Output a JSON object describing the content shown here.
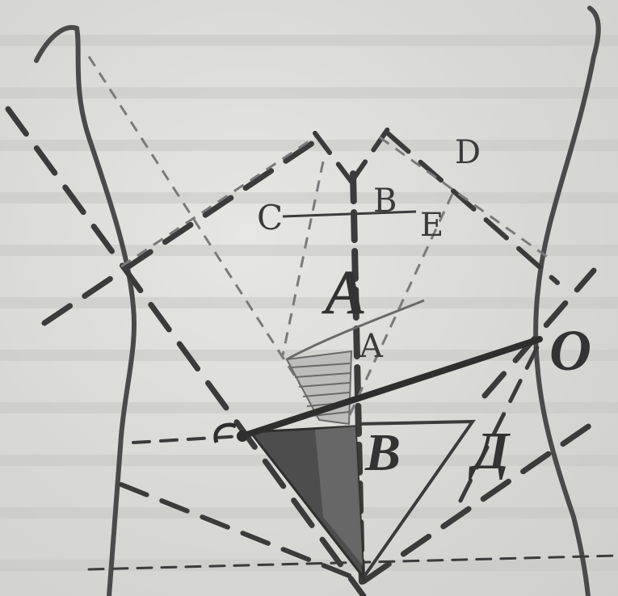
{
  "labels": {
    "d_top": "D",
    "c_left": "C",
    "b_top": "B",
    "e_right": "E",
    "a_big": "A",
    "a_small": "A",
    "o_right": "O",
    "b_big": "B",
    "d_cyr": "Д"
  },
  "colors": {
    "paper": "#d9d9d7",
    "ink": "#3b3b3b",
    "ink_light": "#6a6a6a",
    "shade": "#4a4a4a",
    "hatch": "#7a7a7a"
  }
}
